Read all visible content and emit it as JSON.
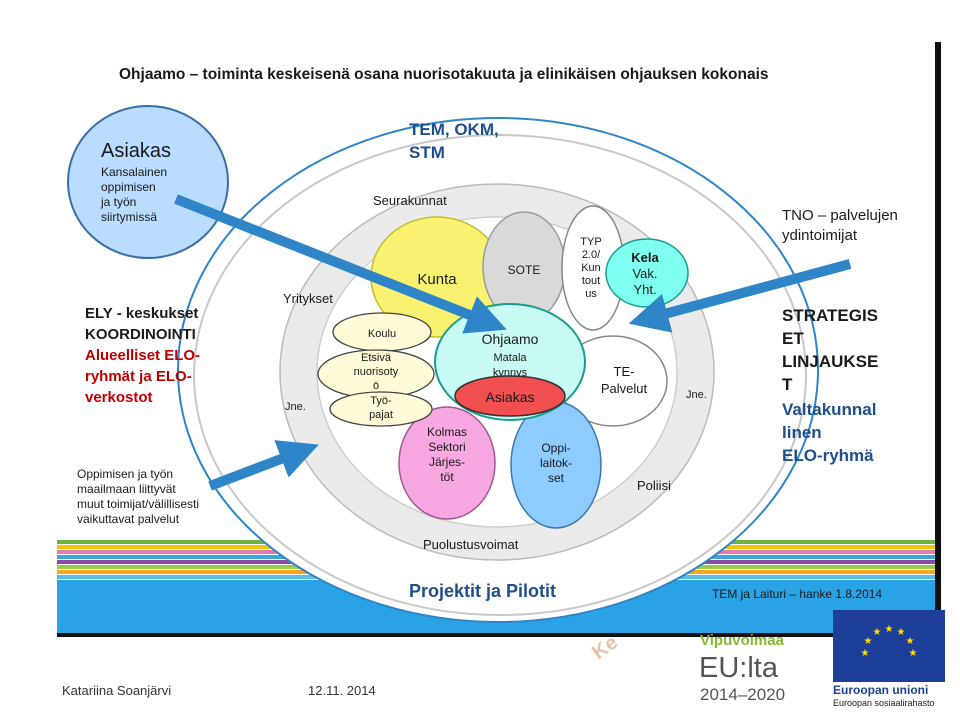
{
  "title": "Ohjaamo – toiminta keskeisenä osana nuorisotakuuta ja elinikäisen ohjauksen kokonais",
  "ministries_line1": "TEM, OKM,",
  "ministries_line2": "STM",
  "outer_ring": {
    "seurakunnat": "Seurakunnat",
    "yritykset": "Yritykset",
    "jne_left": "Jne.",
    "jne_right": "Jne.",
    "poliisi": "Poliisi",
    "puolustusvoimat": "Puolustusvoimat"
  },
  "asiakas_bubble": {
    "title": "Asiakas",
    "line1": "Kansalainen",
    "line2": "oppimisen",
    "line3": "ja työn",
    "line4": "siirtymissä"
  },
  "kunta": "Kunta",
  "sote": "SOTE",
  "typ": {
    "l1": "TYP",
    "l2": "2.0/",
    "l3": "Kun",
    "l4": "tout",
    "l5": "us"
  },
  "kela": {
    "l1": "Kela",
    "l2": "Vak.",
    "l3": "Yht."
  },
  "koulu": "Koulu",
  "etsiva": {
    "l1": "Etsivä",
    "l2": "nuorisoty",
    "l3": "ö"
  },
  "tyopajat": {
    "l1": "Työ-",
    "l2": "pajat"
  },
  "ohjaamo": {
    "title": "Ohjaamo",
    "l2": "Matala",
    "l3": "kynnys"
  },
  "asiakas_center": "Asiakas",
  "te": {
    "l1": "TE-",
    "l2": "Palvelut"
  },
  "kolmas": {
    "l1": "Kolmas",
    "l2": "Sektori",
    "l3": "Järjes-",
    "l4": "töt"
  },
  "oppilaitokset": {
    "l1": "Oppi-",
    "l2": "laitok-",
    "l3": "set"
  },
  "ely": {
    "l1": "ELY - keskukset",
    "l2": "KOORDINOINTI",
    "l3": "Alueelliset ELO-",
    "l4": "ryhmät ja ELO-",
    "l5": "verkostot"
  },
  "oppimisen": {
    "l1": "Oppimisen ja työn",
    "l2": "maailmaan liittyvät",
    "l3": "muut toimijat/välillisesti",
    "l4": "vaikuttavat palvelut"
  },
  "tno": {
    "l1": "TNO – palvelujen",
    "l2": "ydintoimijat"
  },
  "strategiset": {
    "l1": "STRATEGIS",
    "l2": "ET",
    "l3": "LINJAUKSE",
    "l4": "T",
    "l5": "Valtakunnal",
    "l6": "linen",
    "l7": "ELO-ryhmä"
  },
  "projektit": "Projektit ja Pilotit",
  "tem_laituri": "TEM ja Laituri – hanke 1.8.2014",
  "watermark": "Ke",
  "logo_vipu": "Vipuvoimaa",
  "logo_eu": "EU:lta",
  "logo_years": "2014–2020",
  "logo_union": "Euroopan unioni",
  "logo_fund": "Euroopan sosiaalirahasto",
  "footer_author": "Katariina Soanjärvi",
  "footer_date": "12.11. 2014",
  "colors": {
    "dark_blue": "#1f4e8c",
    "red": "#c00000",
    "arrow_blue": "#2e86c9",
    "band_blue": "#2aa3e6",
    "eu_blue": "#1d3f99",
    "eu_star": "#ffdd00",
    "logo_green": "#8ab836"
  }
}
